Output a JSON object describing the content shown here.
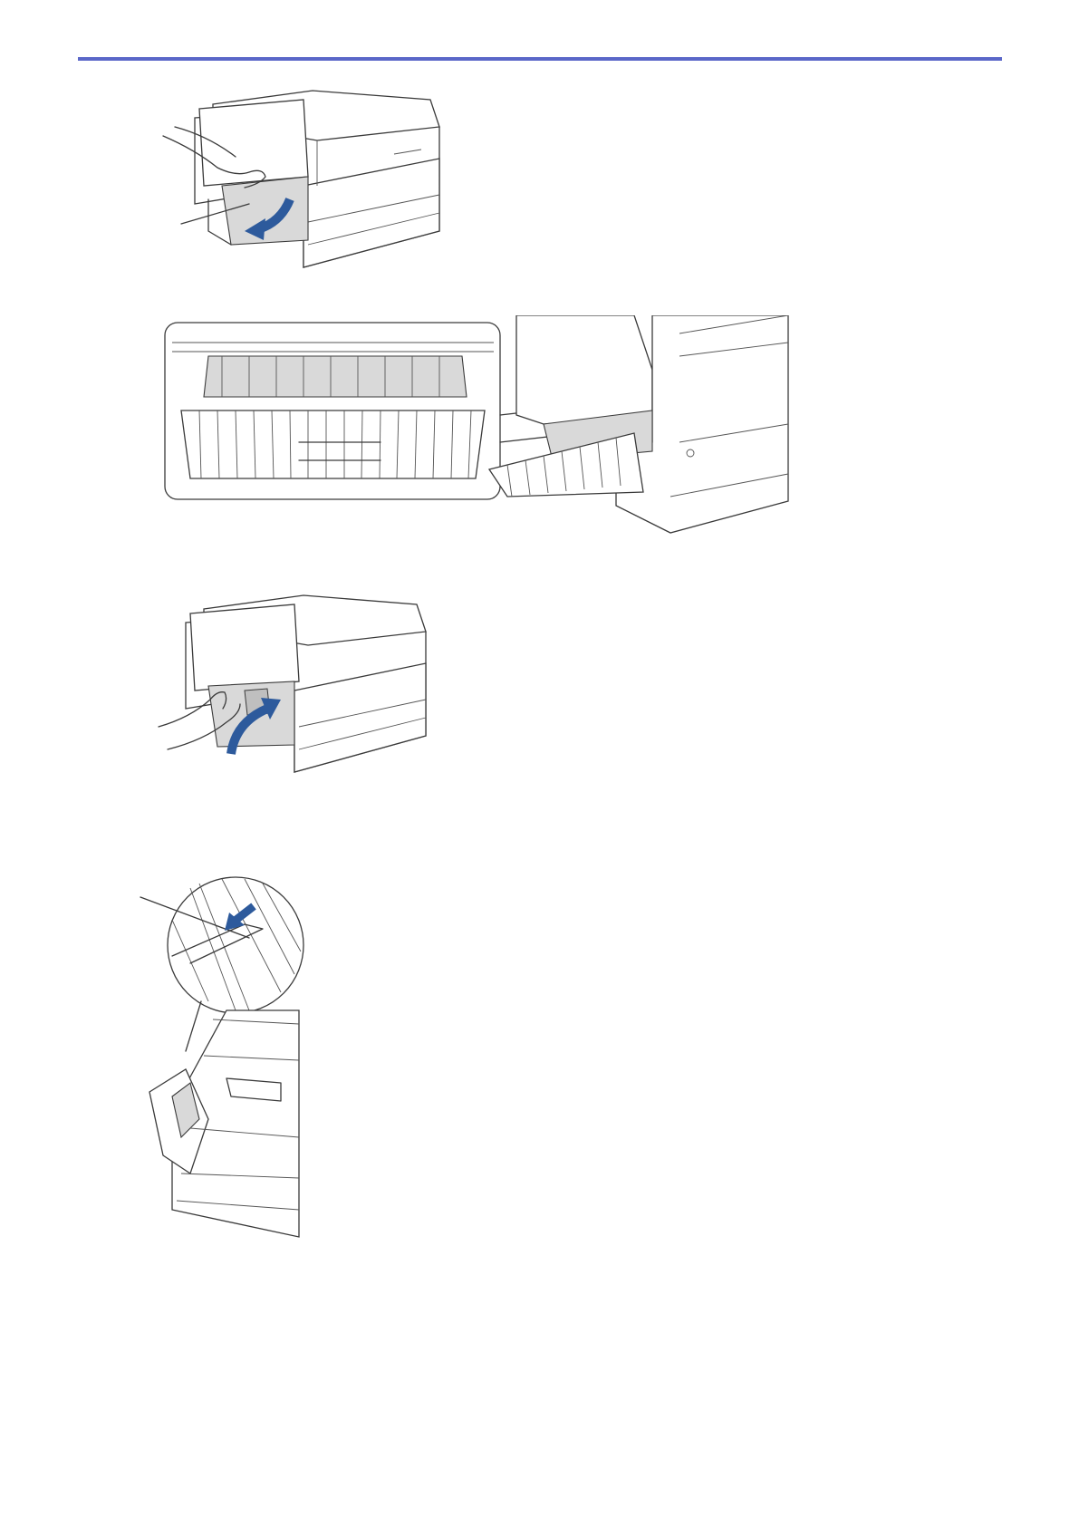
{
  "header": {
    "rule_color": "#5a67c8"
  },
  "illustrations": [
    {
      "id": "open-jam-cover",
      "icons": [
        "printer-icon",
        "hand-icon",
        "curved-arrow-down-icon",
        "callout-line-icon"
      ]
    },
    {
      "id": "jam-cover-interior-zoom",
      "icons": [
        "printer-rear-icon",
        "zoom-callout-icon"
      ]
    },
    {
      "id": "close-jam-cover",
      "icons": [
        "printer-icon",
        "hand-icon",
        "curved-arrow-up-icon"
      ]
    },
    {
      "id": "paper-support-flap",
      "icons": [
        "printer-top-icon",
        "magnifier-circle-icon",
        "straight-arrow-icon",
        "callout-line-icon"
      ]
    }
  ],
  "colors": {
    "arrow": "#2d5a9c",
    "line": "#3a3a3a",
    "shade": "#d9d9d9"
  }
}
